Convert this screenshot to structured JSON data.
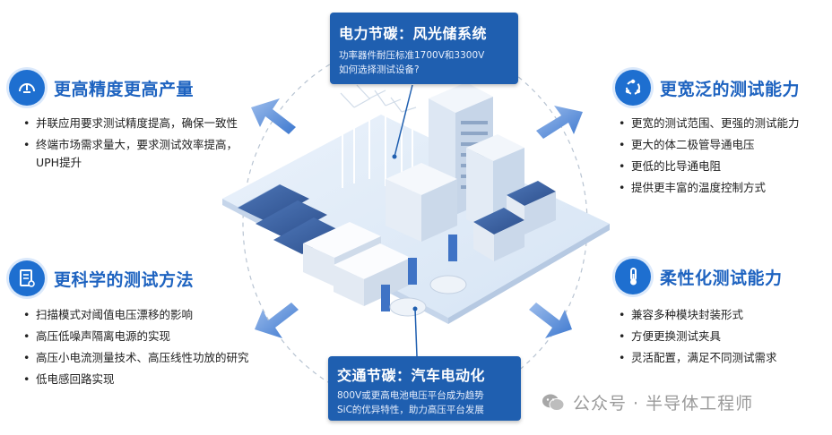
{
  "top_callout": {
    "title": "电力节碳：风光储系统",
    "line1": "功率器件耐压标准1700V和3300V",
    "line2": "如何选择测试设备?"
  },
  "bottom_callout": {
    "title": "交通节碳：汽车电动化",
    "line1": "800V或更高电池电压平台成为趋势",
    "line2": "SiC的优异特性，助力高压平台发展"
  },
  "features": {
    "precision": {
      "icon": "gauge-icon",
      "title": "更高精度更高产量",
      "items": [
        "并联应用要求测试精度提高，确保一致性",
        "终端市场需求量大，要求测试效率提高，UPH提升"
      ]
    },
    "method": {
      "icon": "document-icon",
      "title": "更科学的测试方法",
      "items": [
        "扫描模式对阈值电压漂移的影响",
        "高压低噪声隔离电源的实现",
        "高压小电流测量技术、高压线性功放的研究",
        "低电感回路实现"
      ]
    },
    "broader": {
      "icon": "cycle-icon",
      "title": "更宽泛的测试能力",
      "items": [
        "更宽的测试范围、更强的测试能力",
        "更大的体二极管导通电压",
        "更低的比导通电阻",
        "提供更丰富的温度控制方式"
      ]
    },
    "flexible": {
      "icon": "thermometer-icon",
      "title": "柔性化测试能力",
      "items": [
        "兼容多种模块封装形式",
        "方便更换测试夹具",
        "灵活配置，满足不同测试需求"
      ]
    }
  },
  "watermark": {
    "text": "公众号 · 半导体工程师",
    "icon": "wechat-icon"
  },
  "colors": {
    "accent": "#1e6fd0",
    "callout": "#1f5fb0",
    "arrow": "#5b8fd8"
  }
}
